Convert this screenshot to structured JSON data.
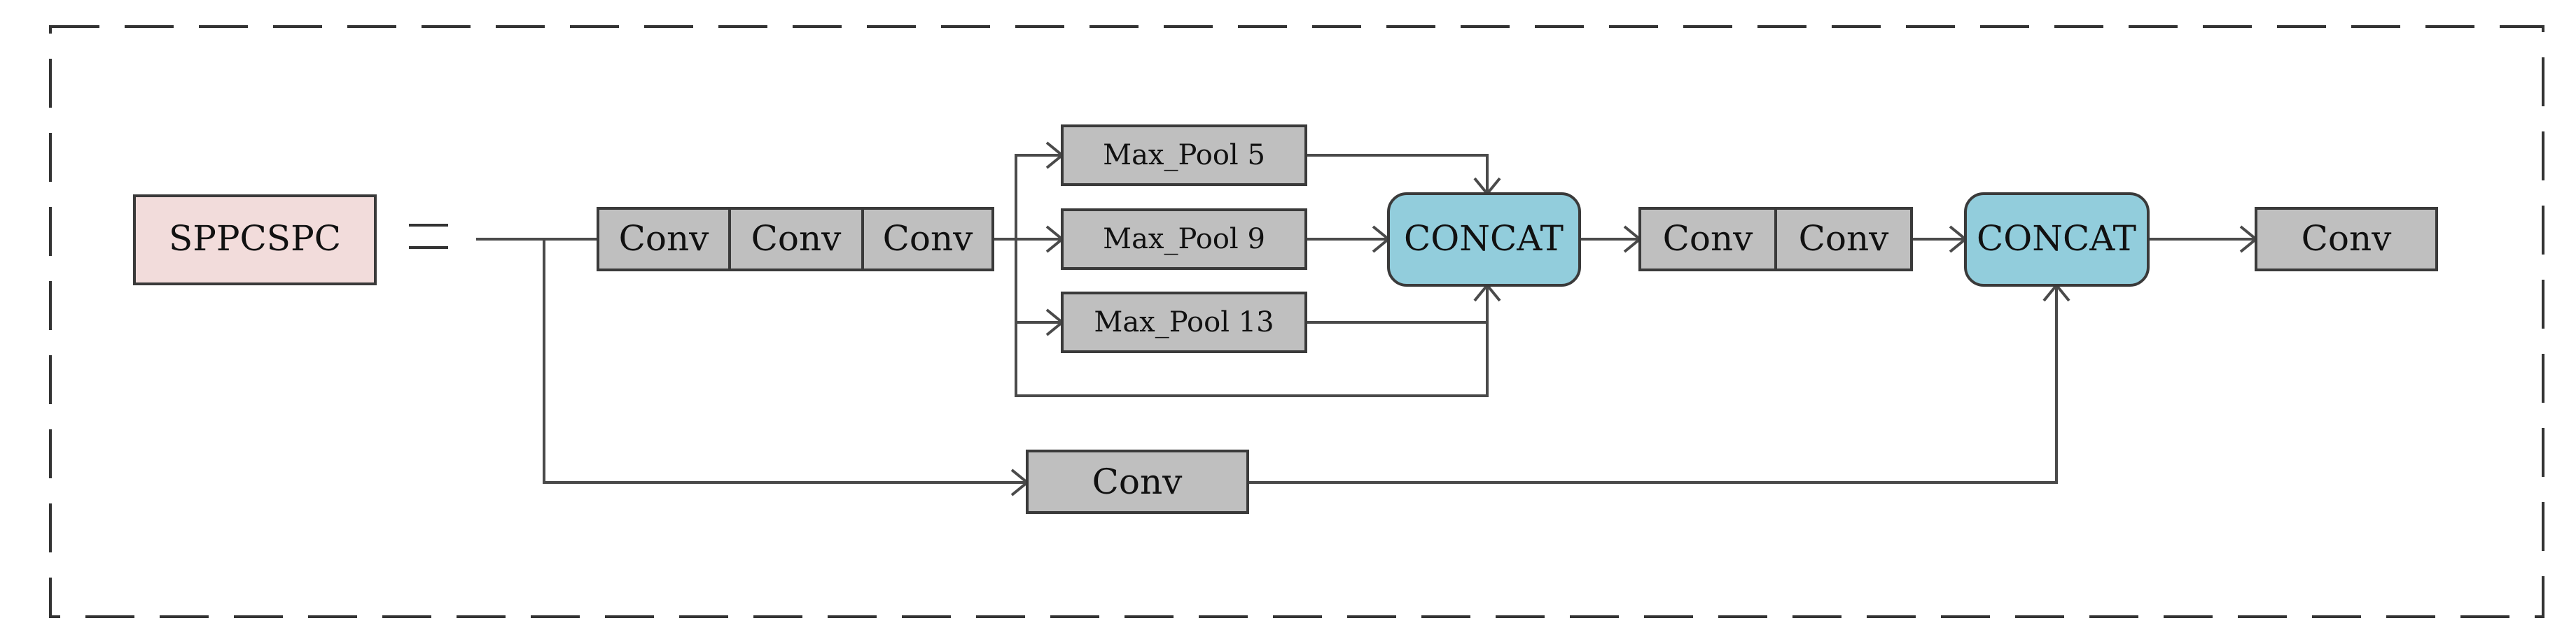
{
  "module_name": "SPPCSPC",
  "equals_sign": "=",
  "main_branch": {
    "convs": [
      "Conv",
      "Conv",
      "Conv"
    ],
    "pools": [
      "Max_Pool 5",
      "Max_Pool 9",
      "Max_Pool 13"
    ],
    "concat_1": "CONCAT",
    "post_convs": [
      "Conv",
      "Conv"
    ],
    "concat_2": "CONCAT",
    "output_conv": "Conv"
  },
  "shortcut_branch": {
    "conv": "Conv"
  },
  "colors": {
    "module_fill": "#f2dcdb",
    "conv_fill": "#bfbfbf",
    "concat_fill": "#92cddc",
    "line": "#4a4a4a"
  }
}
